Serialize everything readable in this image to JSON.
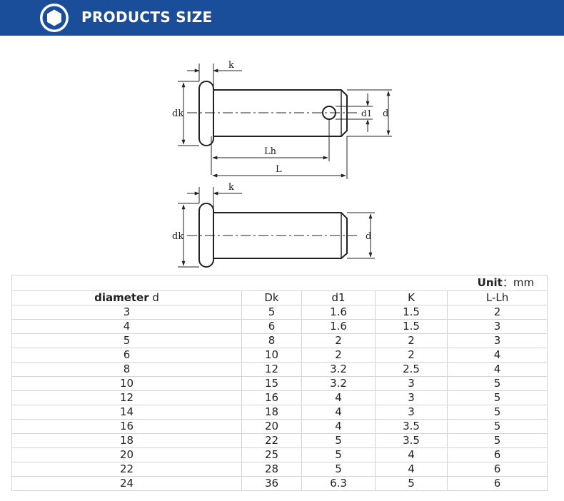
{
  "header": {
    "title": "PRODUCTS SIZE",
    "icon": "hexagon-icon",
    "background": "#1a4e9b"
  },
  "drawing": {
    "top_view": {
      "label_k": "k",
      "label_dk": "dk",
      "label_lh": "Lh",
      "label_l": "L",
      "label_d1": "d1",
      "label_d": "d"
    },
    "bottom_view": {
      "label_k": "k",
      "label_dk": "dk",
      "label_d": "d"
    }
  },
  "table": {
    "unit_label": "Unit",
    "unit_sep": "：",
    "unit_value": "mm",
    "headers": [
      {
        "bold": "diameter",
        "rest": " d"
      },
      {
        "bold": "",
        "rest": "Dk"
      },
      {
        "bold": "",
        "rest": "d1"
      },
      {
        "bold": "",
        "rest": "K"
      },
      {
        "bold": "",
        "rest": "L-Lh"
      }
    ],
    "rows": [
      [
        "3",
        "5",
        "1.6",
        "1.5",
        "2"
      ],
      [
        "4",
        "6",
        "1.6",
        "1.5",
        "3"
      ],
      [
        "5",
        "8",
        "2",
        "2",
        "3"
      ],
      [
        "6",
        "10",
        "2",
        "2",
        "4"
      ],
      [
        "8",
        "12",
        "3.2",
        "2.5",
        "4"
      ],
      [
        "10",
        "15",
        "3.2",
        "3",
        "5"
      ],
      [
        "12",
        "16",
        "4",
        "3",
        "5"
      ],
      [
        "14",
        "18",
        "4",
        "3",
        "5"
      ],
      [
        "16",
        "20",
        "4",
        "3.5",
        "5"
      ],
      [
        "18",
        "22",
        "5",
        "3.5",
        "5"
      ],
      [
        "20",
        "25",
        "5",
        "4",
        "6"
      ],
      [
        "22",
        "28",
        "5",
        "4",
        "6"
      ],
      [
        "24",
        "36",
        "6.3",
        "5",
        "6"
      ]
    ]
  }
}
